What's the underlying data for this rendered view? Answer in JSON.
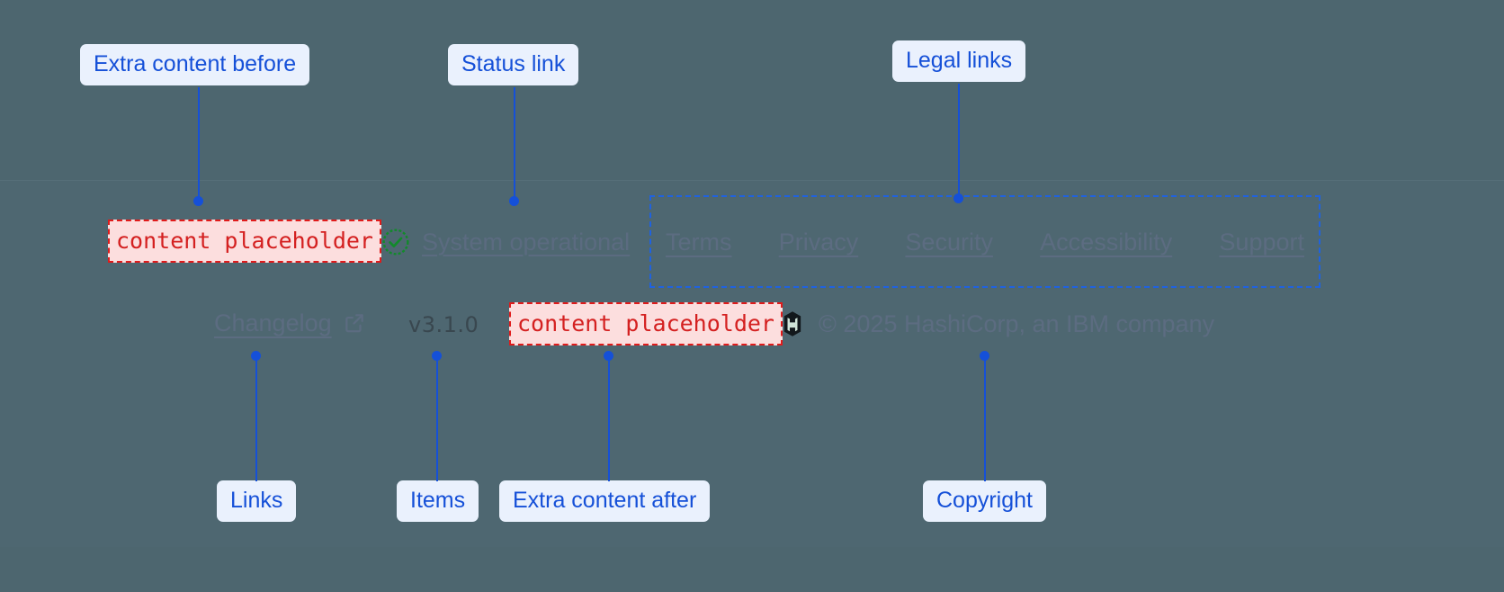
{
  "annotations": [
    {
      "id": "extra-before",
      "label": "Extra content before"
    },
    {
      "id": "status-link",
      "label": "Status link"
    },
    {
      "id": "legal-links",
      "label": "Legal links"
    },
    {
      "id": "links",
      "label": "Links"
    },
    {
      "id": "items",
      "label": "Items"
    },
    {
      "id": "extra-after",
      "label": "Extra content after"
    },
    {
      "id": "copyright",
      "label": "Copyright"
    }
  ],
  "footer": {
    "extra_before": {
      "text": "content placeholder",
      "icon": "none"
    },
    "extra_after": {
      "text": "content placeholder",
      "icon": "none"
    },
    "status": {
      "label": "System operational",
      "icon": "check-circle-icon",
      "icon_color": "#128a2b"
    },
    "legal_links": [
      {
        "label": "Terms"
      },
      {
        "label": "Privacy"
      },
      {
        "label": "Security"
      },
      {
        "label": "Accessibility"
      },
      {
        "label": "Support"
      }
    ],
    "changelog": {
      "label": "Changelog",
      "icon": "external-link-icon"
    },
    "version": "v3.1.0",
    "brand": {
      "logo": "hashicorp-logo",
      "copyright": "© 2025 HashiCorp, an IBM company"
    }
  },
  "colors": {
    "background": "#4d666f",
    "annotation_blue": "#1550d8",
    "annotation_bg": "#eaf1fd",
    "placeholder_red": "#d42020",
    "placeholder_bg": "#fcdede",
    "link_muted": "#5c6c81",
    "status_green": "#128a2b"
  }
}
